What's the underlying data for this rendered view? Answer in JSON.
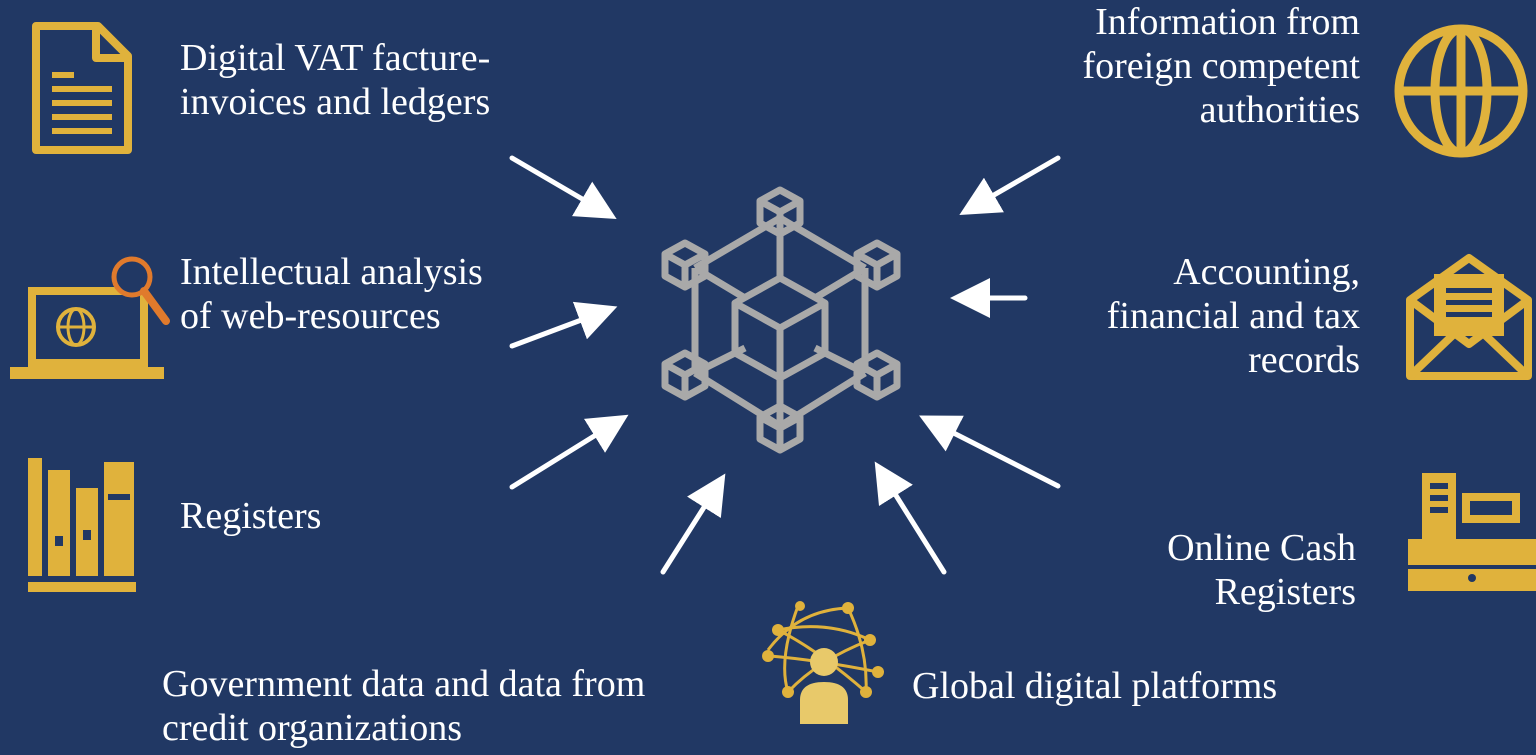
{
  "colors": {
    "background": "#213864",
    "icon": "#E0B23C",
    "hub": "#A9A9A9",
    "arrow": "#FFFFFF"
  },
  "hub": {
    "icon": "blockchain-cubes-icon"
  },
  "sources": [
    {
      "id": "vat",
      "icon": "document-icon",
      "lines": [
        "Digital VAT facture-",
        "invoices and ledgers"
      ]
    },
    {
      "id": "web",
      "icon": "laptop-search-globe-icon",
      "lines": [
        "Intellectual analysis",
        "of web-resources"
      ]
    },
    {
      "id": "registers",
      "icon": "binders-icon",
      "lines": [
        "Registers"
      ]
    },
    {
      "id": "government",
      "icon": "none",
      "lines": [
        "Government data and data from",
        "credit organizations"
      ]
    },
    {
      "id": "platforms",
      "icon": "network-person-icon",
      "lines": [
        "Global digital platforms"
      ]
    },
    {
      "id": "cash",
      "icon": "cash-register-icon",
      "lines": [
        "Online Cash",
        "Registers"
      ]
    },
    {
      "id": "accounting",
      "icon": "envelope-letter-icon",
      "lines": [
        "Accounting,",
        "financial and tax",
        "records"
      ]
    },
    {
      "id": "foreign",
      "icon": "globe-icon",
      "lines": [
        "Information from",
        "foreign competent",
        "authorities"
      ]
    }
  ]
}
